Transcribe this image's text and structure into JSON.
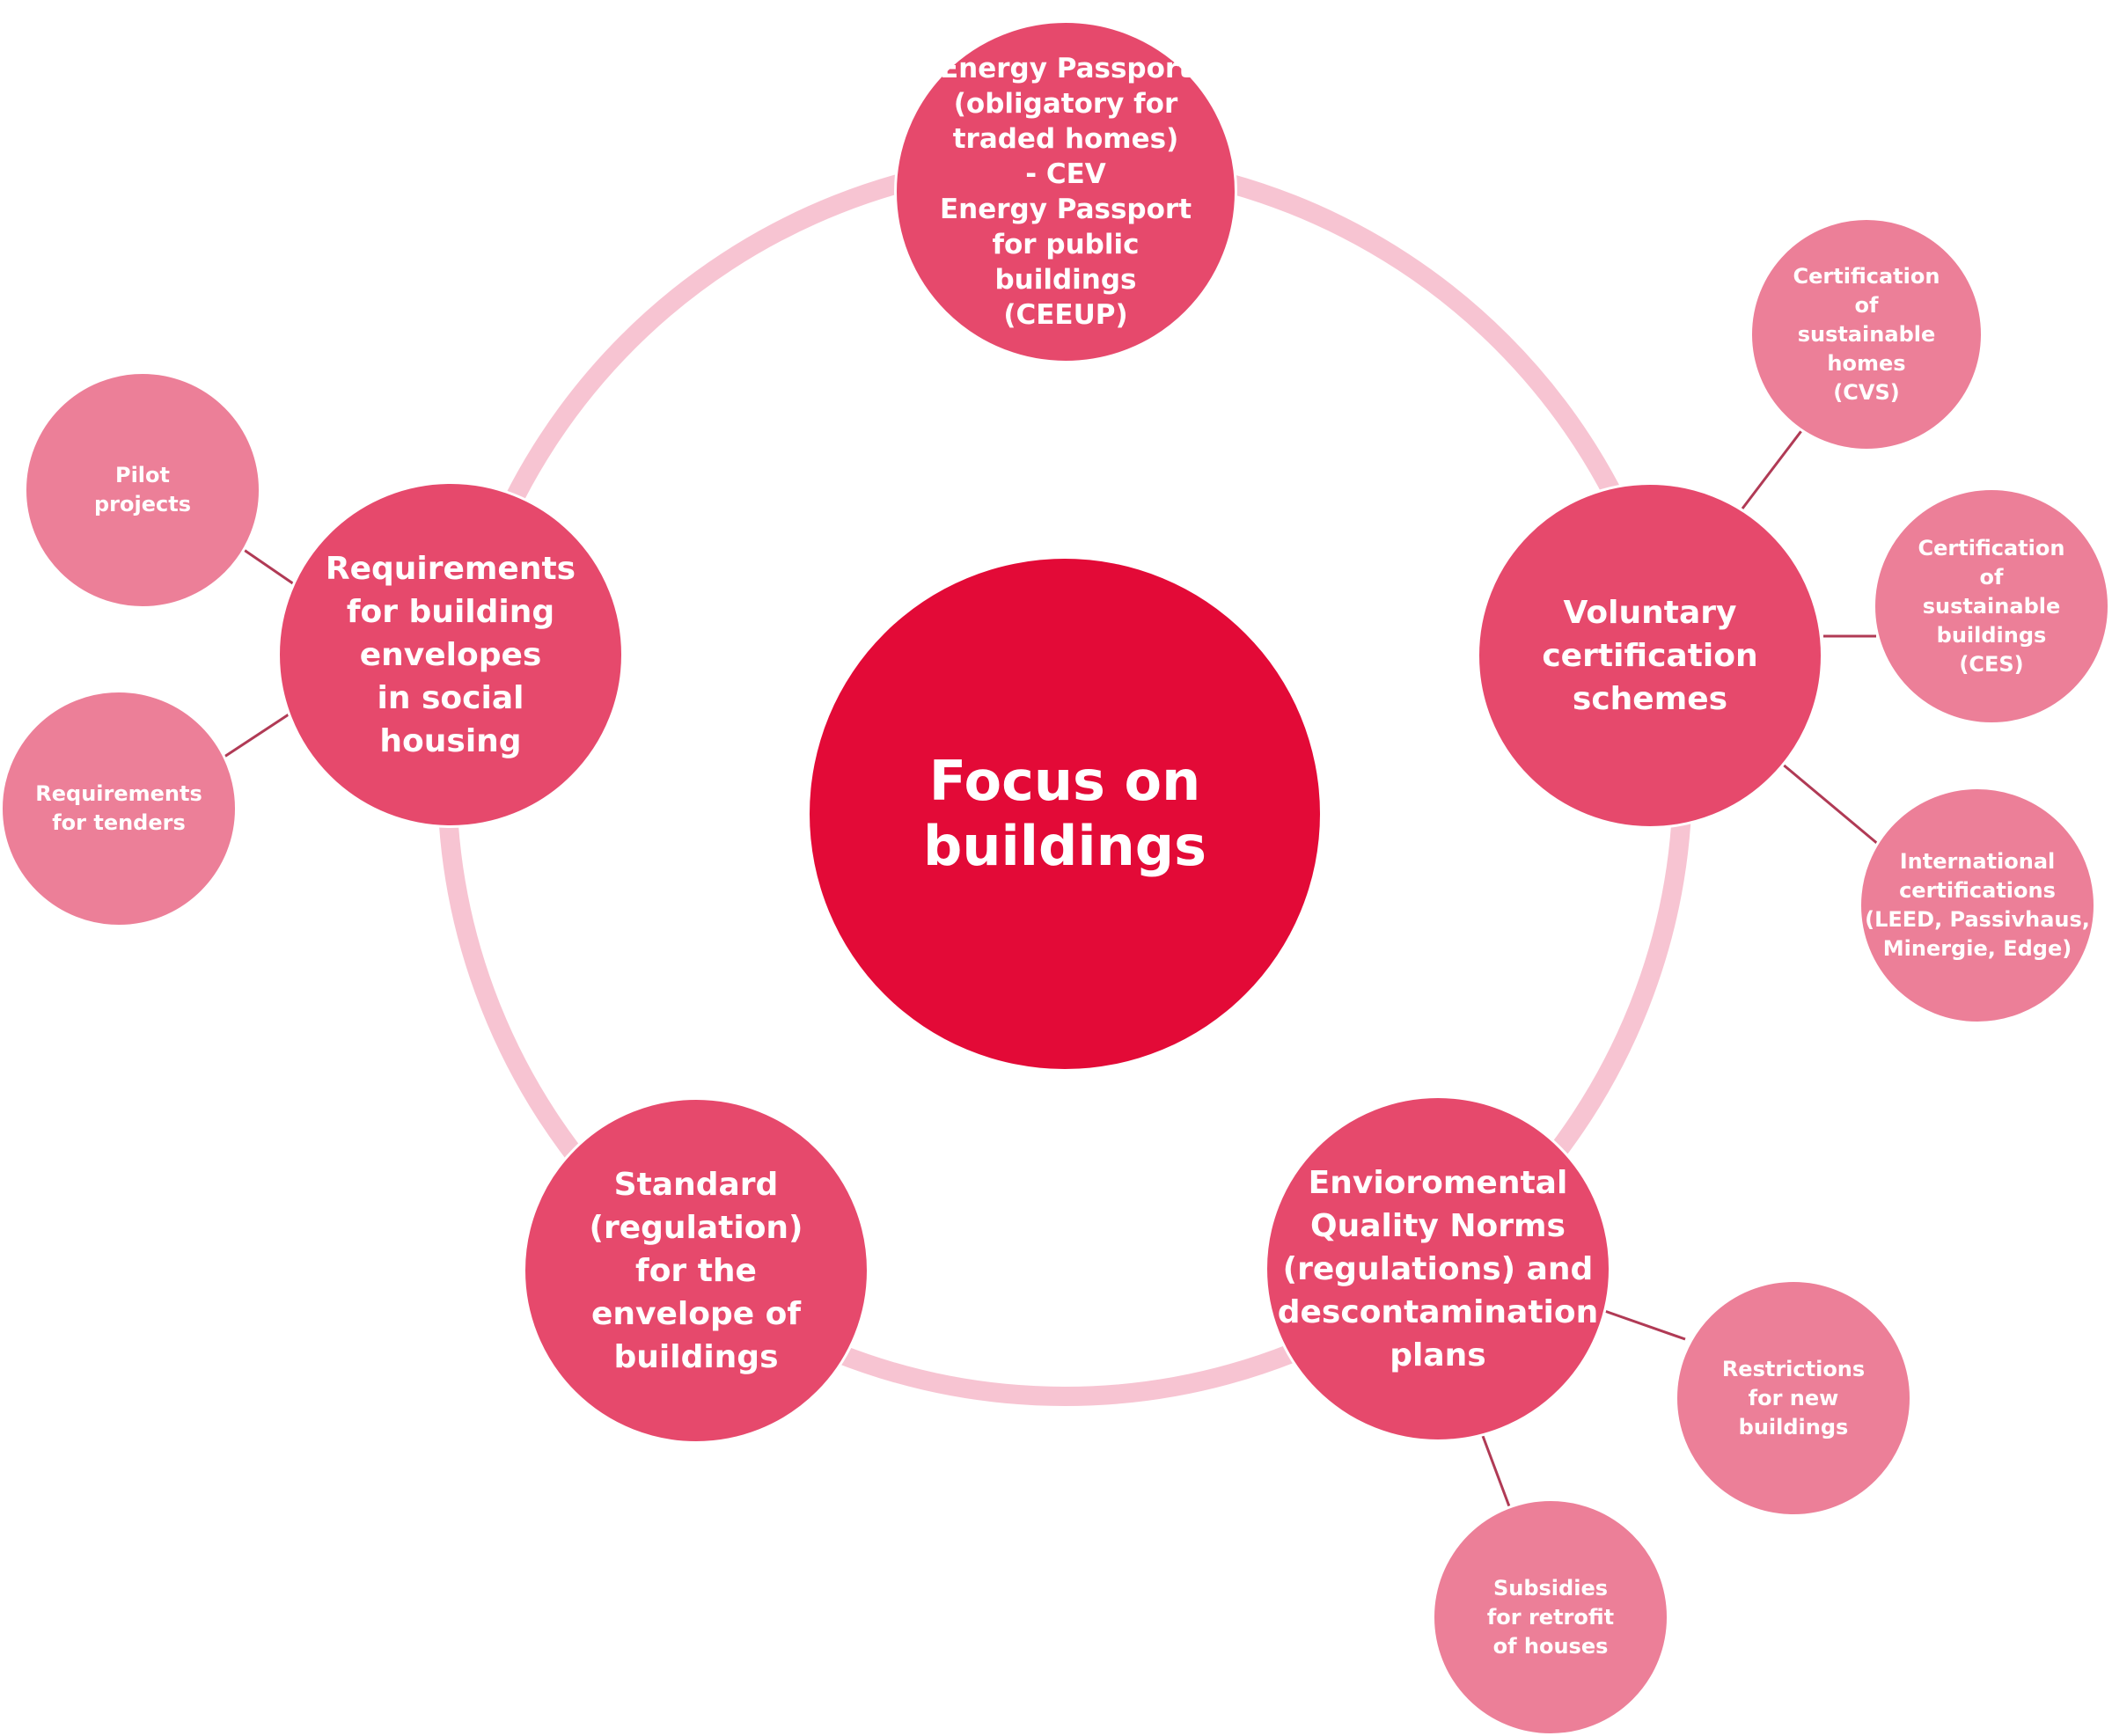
{
  "colors": {
    "center": "#e30a37",
    "primary_node": "#e6496c",
    "secondary_node": "#ec7f98",
    "ring": "#f7c4d2",
    "connector": "#b03a55"
  },
  "center": {
    "label": "Focus on\nbuildings"
  },
  "primary_nodes": {
    "energy_passport": "Energy Passport\n(obligatory for\ntraded homes)\n- CEV\nEnergy Passport\nfor public\nbuildings\n(CEEUP)",
    "voluntary_certification": "Voluntary\ncertification\nschemes",
    "environmental_norms": "Envioromental\nQuality Norms\n(regulations) and\ndescontamination\nplans",
    "standard_envelope": "Standard\n(regulation)\nfor the\nenvelope of\nbuildings",
    "social_housing": "Requirements\nfor building\nenvelopes\nin social\nhousing"
  },
  "secondary_nodes": {
    "cvs": "Certification\nof\nsustainable\nhomes\n(CVS)",
    "ces": "Certification\nof\nsustainable\nbuildings\n(CES)",
    "international": "International\ncertifications\n(LEED, Passivhaus,\nMinergie, Edge)",
    "restrictions": "Restrictions\nfor new\nbuildings",
    "subsidies": "Subsidies\nfor retrofit\nof houses",
    "pilot": "Pilot\nprojects",
    "tenders": "Requirements\nfor tenders"
  }
}
